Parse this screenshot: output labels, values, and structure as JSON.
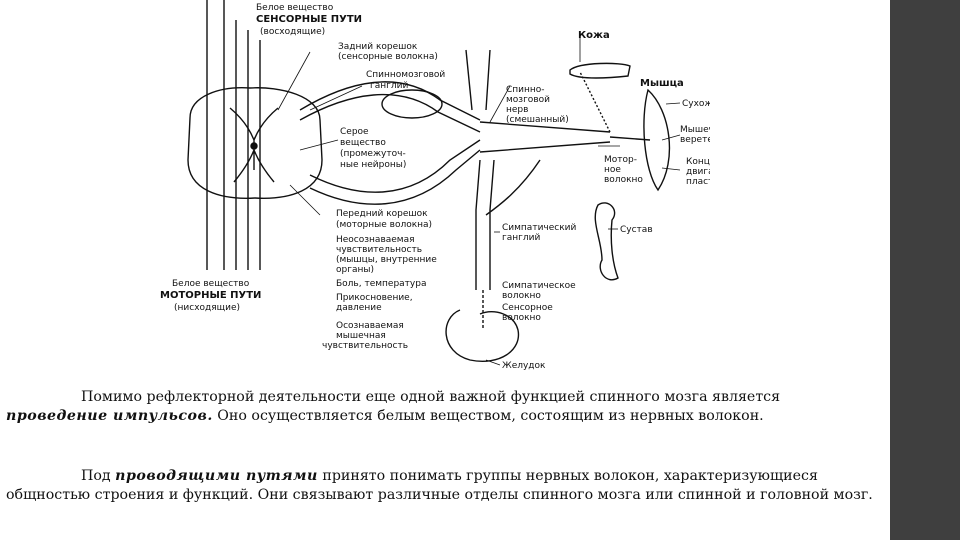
{
  "diagram": {
    "labels": {
      "white_matter_top": "Белое вещество",
      "sensory_tracts": "СЕНСОРНЫЕ ПУТИ",
      "ascending": "(восходящие)",
      "dorsal_root_1": "Задний корешок",
      "dorsal_root_2": "(сенсорные волокна)",
      "spinal_ganglion_1": "Спинномозговой",
      "spinal_ganglion_2": "ганглий",
      "grey_matter_1": "Серое",
      "grey_matter_2": "вещество",
      "grey_matter_3": "(промежуточ-",
      "grey_matter_4": "ные нейроны)",
      "ventral_root_1": "Передний корешок",
      "ventral_root_2": "(моторные волокна)",
      "unconscious_1": "Неосознаваемая",
      "unconscious_2": "чувствительность",
      "unconscious_3": "(мышцы, внутренние",
      "unconscious_4": "органы)",
      "pain_temp": "Боль, температура",
      "touch_1": "Прикосновение,",
      "touch_2": "давление",
      "conscious_1": "Осознаваемая",
      "conscious_2": "мышечная",
      "conscious_3": "чувствительность",
      "white_matter_bottom": "Белое вещество",
      "motor_tracts": "МОТОРНЫЕ ПУТИ",
      "descending": "(нисходящие)",
      "skin": "Кожа",
      "spinal_nerve_1": "Спинно-",
      "spinal_nerve_2": "мозговой",
      "spinal_nerve_3": "нерв",
      "spinal_nerve_4": "(смешанный)",
      "muscle": "Мышца",
      "tendon": "Сухожилие",
      "spindle_1": "Мышечное",
      "spindle_2": "веретено",
      "motor_fiber_1": "Мотор-",
      "motor_fiber_2": "ное",
      "motor_fiber_3": "волокно",
      "end_plate_1": "Концевая",
      "end_plate_2": "двигательная",
      "end_plate_3": "пластинка",
      "sympathetic_ganglion_1": "Симпатический",
      "sympathetic_ganglion_2": "ганглий",
      "joint": "Сустав",
      "sympathetic_fiber_1": "Симпатическое",
      "sympathetic_fiber_2": "волокно",
      "sensory_fiber_1": "Сенсорное",
      "sensory_fiber_2": "волокно",
      "stomach": "Желудок"
    }
  },
  "text": {
    "p1_before": "Помимо рефлекторной деятельности еще одной важной функцией спинного мозга является ",
    "p1_emph": "проведение импульсов.",
    "p1_after": " Оно осуществляется белым веществом, состоящим из нервных волокон.",
    "p2_before": "Под ",
    "p2_emph": "проводящими путями",
    "p2_after": " принято понимать группы нервных волокон, характеризующиеся общностью строения и функций. Они связывают различные отделы спинного мозга или спинной и головной мозг."
  }
}
